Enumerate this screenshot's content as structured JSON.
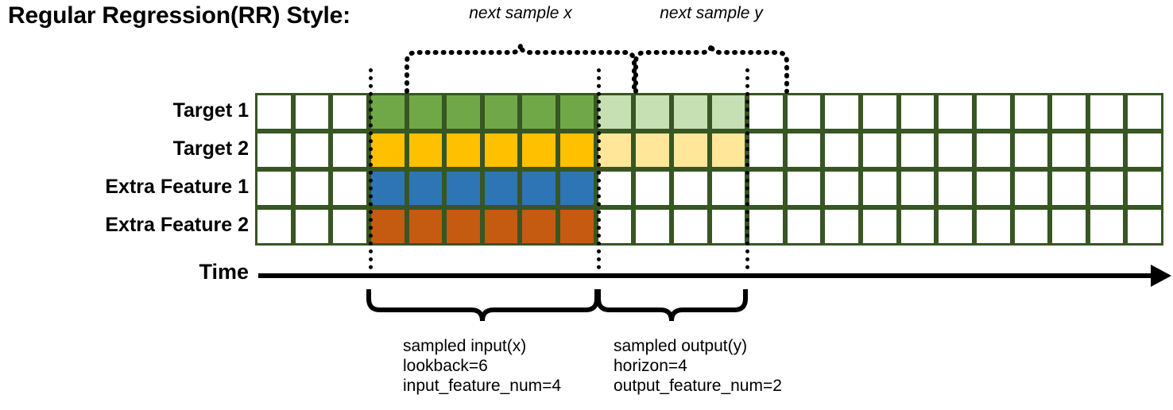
{
  "title": "Regular Regression(RR) Style:",
  "rows": [
    {
      "label": "Target 1",
      "name": "target-1"
    },
    {
      "label": "Target 2",
      "name": "target-2"
    },
    {
      "label": "Extra Feature 1",
      "name": "extra-feature-1"
    },
    {
      "label": "Extra Feature 2",
      "name": "extra-feature-2"
    }
  ],
  "axis": {
    "label": "Time",
    "arrow": "right-arrow-icon"
  },
  "grid": {
    "columns": 24,
    "rows": 4,
    "border_color": "#375623",
    "empty_color": "#ffffff",
    "input_start_col": 3,
    "input_end_col": 9,
    "output_start_col": 9,
    "output_end_col": 13,
    "cell_colors": [
      [
        "#ffffff",
        "#ffffff",
        "#ffffff",
        "#70a847",
        "#70a847",
        "#70a847",
        "#70a847",
        "#70a847",
        "#70a847",
        "#c6e0b4",
        "#c6e0b4",
        "#c6e0b4",
        "#c6e0b4",
        "#ffffff",
        "#ffffff",
        "#ffffff",
        "#ffffff",
        "#ffffff",
        "#ffffff",
        "#ffffff",
        "#ffffff",
        "#ffffff",
        "#ffffff",
        "#ffffff"
      ],
      [
        "#ffffff",
        "#ffffff",
        "#ffffff",
        "#ffc000",
        "#ffc000",
        "#ffc000",
        "#ffc000",
        "#ffc000",
        "#ffc000",
        "#ffe699",
        "#ffe699",
        "#ffe699",
        "#ffe699",
        "#ffffff",
        "#ffffff",
        "#ffffff",
        "#ffffff",
        "#ffffff",
        "#ffffff",
        "#ffffff",
        "#ffffff",
        "#ffffff",
        "#ffffff",
        "#ffffff"
      ],
      [
        "#ffffff",
        "#ffffff",
        "#ffffff",
        "#2e75b6",
        "#2e75b6",
        "#2e75b6",
        "#2e75b6",
        "#2e75b6",
        "#2e75b6",
        "#ffffff",
        "#ffffff",
        "#ffffff",
        "#ffffff",
        "#ffffff",
        "#ffffff",
        "#ffffff",
        "#ffffff",
        "#ffffff",
        "#ffffff",
        "#ffffff",
        "#ffffff",
        "#ffffff",
        "#ffffff",
        "#ffffff"
      ],
      [
        "#ffffff",
        "#ffffff",
        "#ffffff",
        "#c55a11",
        "#c55a11",
        "#c55a11",
        "#c55a11",
        "#c55a11",
        "#c55a11",
        "#ffffff",
        "#ffffff",
        "#ffffff",
        "#ffffff",
        "#ffffff",
        "#ffffff",
        "#ffffff",
        "#ffffff",
        "#ffffff",
        "#ffffff",
        "#ffffff",
        "#ffffff",
        "#ffffff",
        "#ffffff",
        "#ffffff"
      ]
    ]
  },
  "top_braces": [
    {
      "name": "next-sample-x",
      "caption": "next sample x"
    },
    {
      "name": "next-sample-y",
      "caption": "next sample y"
    }
  ],
  "bottom_braces": [
    {
      "name": "sampled-input",
      "lines": [
        "sampled input(x)",
        "lookback=6",
        "input_feature_num=4"
      ]
    },
    {
      "name": "sampled-output",
      "lines": [
        "sampled output(y)",
        "horizon=4",
        "output_feature_num=2"
      ]
    }
  ],
  "palette": {
    "grid_border": "#375623",
    "target1": "#70a847",
    "target1_light": "#c6e0b4",
    "target2": "#ffc000",
    "target2_light": "#ffe699",
    "extra1": "#2e75b6",
    "extra2": "#c55a11",
    "ink": "#000000"
  }
}
